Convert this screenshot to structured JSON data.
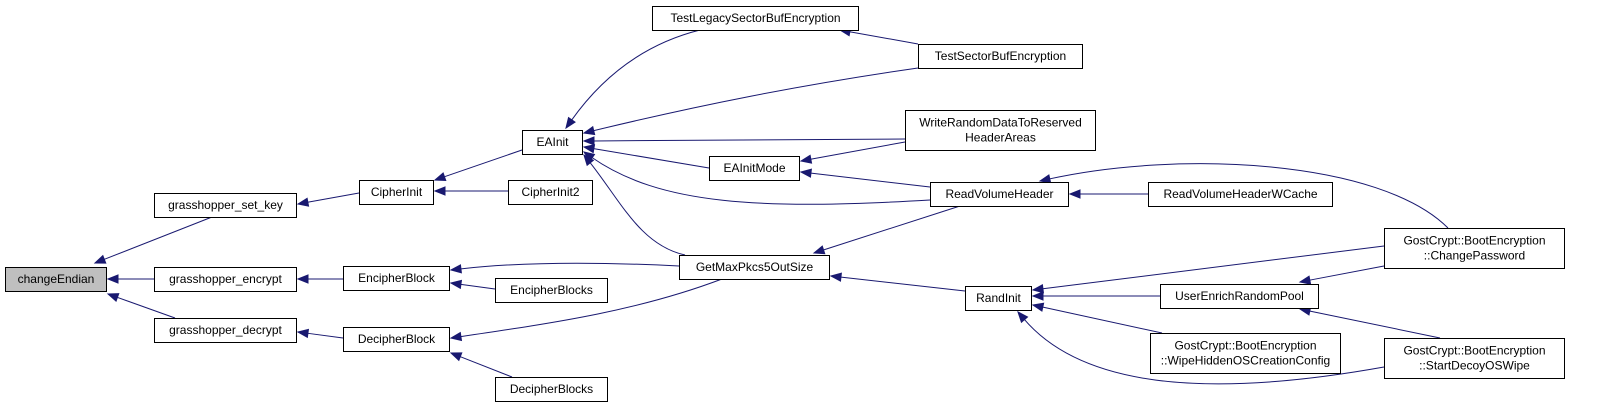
{
  "diagram": {
    "nodes": [
      {
        "id": "changeEndian",
        "lines": [
          "changeEndian"
        ],
        "highlight": true
      },
      {
        "id": "grasshopper_set_key",
        "lines": [
          "grasshopper_set_key"
        ]
      },
      {
        "id": "grasshopper_encrypt",
        "lines": [
          "grasshopper_encrypt"
        ]
      },
      {
        "id": "grasshopper_decrypt",
        "lines": [
          "grasshopper_decrypt"
        ]
      },
      {
        "id": "CipherInit",
        "lines": [
          "CipherInit"
        ]
      },
      {
        "id": "CipherInit2",
        "lines": [
          "CipherInit2"
        ]
      },
      {
        "id": "EncipherBlock",
        "lines": [
          "EncipherBlock"
        ]
      },
      {
        "id": "EncipherBlocks",
        "lines": [
          "EncipherBlocks"
        ]
      },
      {
        "id": "DecipherBlock",
        "lines": [
          "DecipherBlock"
        ]
      },
      {
        "id": "DecipherBlocks",
        "lines": [
          "DecipherBlocks"
        ]
      },
      {
        "id": "EAInit",
        "lines": [
          "EAInit"
        ]
      },
      {
        "id": "TestLegacySectorBufEncryption",
        "lines": [
          "TestLegacySectorBufEncryption"
        ]
      },
      {
        "id": "TestSectorBufEncryption",
        "lines": [
          "TestSectorBufEncryption"
        ]
      },
      {
        "id": "WriteRandomDataToReservedHeaderAreas",
        "lines": [
          "WriteRandomDataToReserved",
          "HeaderAreas"
        ]
      },
      {
        "id": "EAInitMode",
        "lines": [
          "EAInitMode"
        ]
      },
      {
        "id": "ReadVolumeHeader",
        "lines": [
          "ReadVolumeHeader"
        ]
      },
      {
        "id": "ReadVolumeHeaderWCache",
        "lines": [
          "ReadVolumeHeaderWCache"
        ]
      },
      {
        "id": "GetMaxPkcs5OutSize",
        "lines": [
          "GetMaxPkcs5OutSize"
        ]
      },
      {
        "id": "RandInit",
        "lines": [
          "RandInit"
        ]
      },
      {
        "id": "UserEnrichRandomPool",
        "lines": [
          "UserEnrichRandomPool"
        ]
      },
      {
        "id": "WipeHiddenOSCreationConfig",
        "lines": [
          "GostCrypt::BootEncryption",
          "::WipeHiddenOSCreationConfig"
        ]
      },
      {
        "id": "ChangePassword",
        "lines": [
          "GostCrypt::BootEncryption",
          "::ChangePassword"
        ]
      },
      {
        "id": "StartDecoyOSWipe",
        "lines": [
          "GostCrypt::BootEncryption",
          "::StartDecoyOSWipe"
        ]
      }
    ],
    "edges": [
      {
        "from": "grasshopper_set_key",
        "to": "changeEndian"
      },
      {
        "from": "grasshopper_encrypt",
        "to": "changeEndian"
      },
      {
        "from": "grasshopper_decrypt",
        "to": "changeEndian"
      },
      {
        "from": "CipherInit",
        "to": "grasshopper_set_key"
      },
      {
        "from": "EncipherBlock",
        "to": "grasshopper_encrypt"
      },
      {
        "from": "DecipherBlock",
        "to": "grasshopper_decrypt"
      },
      {
        "from": "EAInit",
        "to": "CipherInit"
      },
      {
        "from": "CipherInit2",
        "to": "CipherInit"
      },
      {
        "from": "GetMaxPkcs5OutSize",
        "to": "EncipherBlock"
      },
      {
        "from": "EncipherBlocks",
        "to": "EncipherBlock"
      },
      {
        "from": "GetMaxPkcs5OutSize",
        "to": "DecipherBlock"
      },
      {
        "from": "DecipherBlocks",
        "to": "DecipherBlock"
      },
      {
        "from": "TestLegacySectorBufEncryption",
        "to": "EAInit"
      },
      {
        "from": "TestSectorBufEncryption",
        "to": "EAInit"
      },
      {
        "from": "WriteRandomDataToReservedHeaderAreas",
        "to": "EAInit"
      },
      {
        "from": "EAInitMode",
        "to": "EAInit"
      },
      {
        "from": "ReadVolumeHeader",
        "to": "EAInit"
      },
      {
        "from": "GetMaxPkcs5OutSize",
        "to": "EAInit"
      },
      {
        "from": "TestSectorBufEncryption",
        "to": "TestLegacySectorBufEncryption"
      },
      {
        "from": "WriteRandomDataToReservedHeaderAreas",
        "to": "EAInitMode"
      },
      {
        "from": "ReadVolumeHeader",
        "to": "EAInitMode"
      },
      {
        "from": "ReadVolumeHeaderWCache",
        "to": "ReadVolumeHeader"
      },
      {
        "from": "ChangePassword",
        "to": "ReadVolumeHeader"
      },
      {
        "from": "ReadVolumeHeader",
        "to": "GetMaxPkcs5OutSize"
      },
      {
        "from": "RandInit",
        "to": "GetMaxPkcs5OutSize"
      },
      {
        "from": "UserEnrichRandomPool",
        "to": "RandInit"
      },
      {
        "from": "WipeHiddenOSCreationConfig",
        "to": "RandInit"
      },
      {
        "from": "ChangePassword",
        "to": "RandInit"
      },
      {
        "from": "StartDecoyOSWipe",
        "to": "RandInit"
      },
      {
        "from": "ChangePassword",
        "to": "UserEnrichRandomPool"
      },
      {
        "from": "StartDecoyOSWipe",
        "to": "UserEnrichRandomPool"
      }
    ],
    "colors": {
      "edge": "#191970",
      "node_border": "#000000",
      "node_fill": "#ffffff",
      "highlight_fill": "#bfbfbf",
      "text": "#000000"
    }
  }
}
